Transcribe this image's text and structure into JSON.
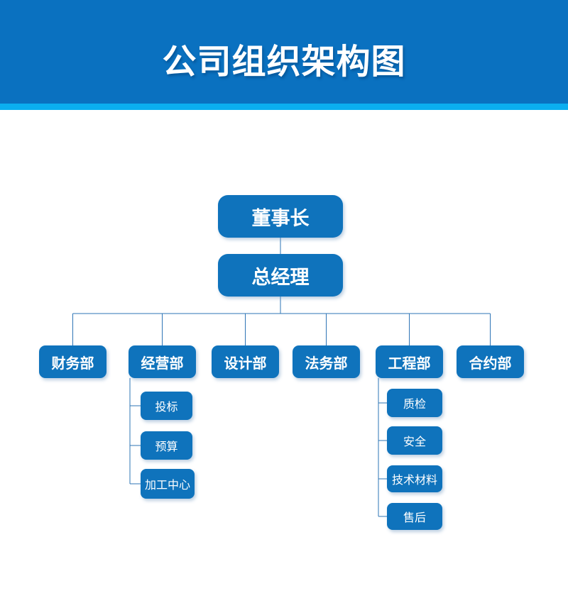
{
  "page": {
    "title": "公司组织架构图"
  },
  "colors": {
    "header_bg": "#0a71c0",
    "accent_strip": "#0baef0",
    "node_fill": "#0f73bc",
    "connector_line": "#2e75b6",
    "node_text": "#ffffff",
    "background": "#ffffff"
  },
  "org": {
    "chairman": {
      "label": "董事长"
    },
    "general_manager": {
      "label": "总经理"
    },
    "departments": [
      {
        "label": "财务部",
        "children": []
      },
      {
        "label": "经营部",
        "children": [
          {
            "label": "投标"
          },
          {
            "label": "预算"
          },
          {
            "label": "加工中心"
          }
        ]
      },
      {
        "label": "设计部",
        "children": []
      },
      {
        "label": "法务部",
        "children": []
      },
      {
        "label": "工程部",
        "children": [
          {
            "label": "质检"
          },
          {
            "label": "安全"
          },
          {
            "label": "技术材料"
          },
          {
            "label": "售后"
          }
        ]
      },
      {
        "label": "合约部",
        "children": []
      }
    ]
  }
}
